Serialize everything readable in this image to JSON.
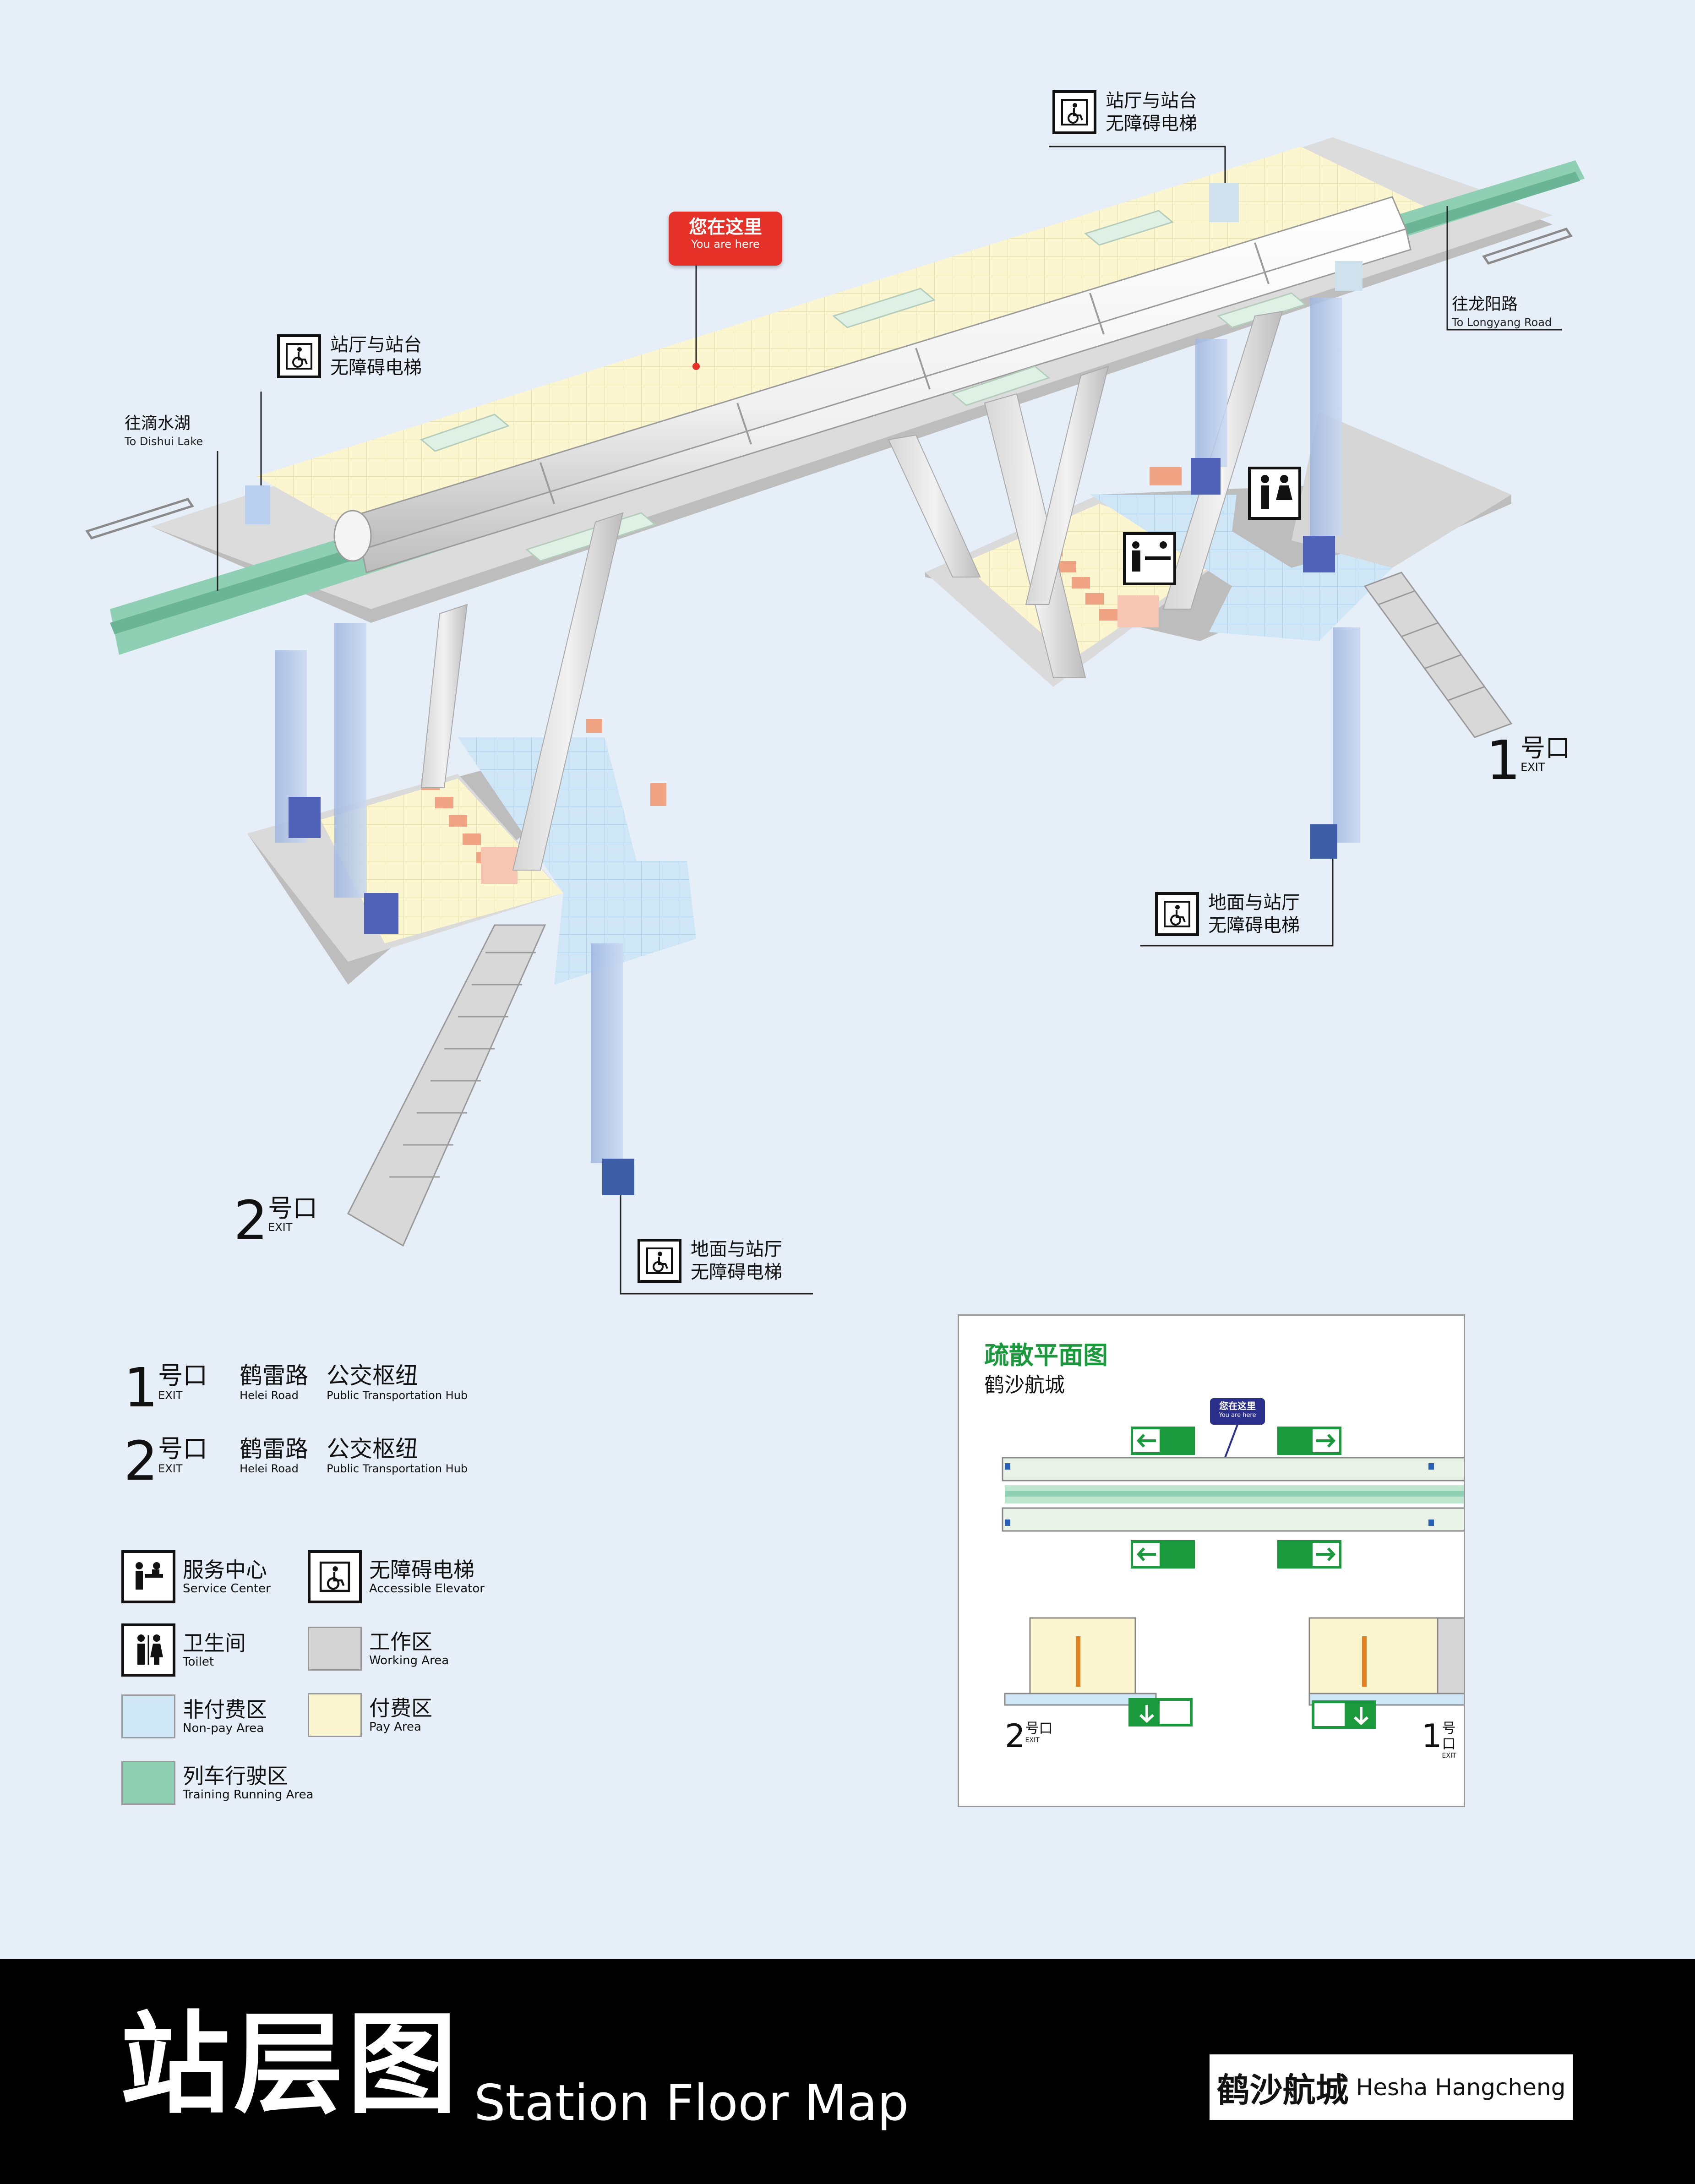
{
  "you_are_here": {
    "cn": "您在这里",
    "en": "You are here"
  },
  "directions": {
    "left": {
      "cn": "往滴水湖",
      "en": "To Dishui Lake"
    },
    "right": {
      "cn": "往龙阳路",
      "en": "To Longyang Road"
    }
  },
  "elevator_tags": {
    "platform_left": {
      "line1": "站厅与站台",
      "line2": "无障碍电梯"
    },
    "platform_right": {
      "line1": "站厅与站台",
      "line2": "无障碍电梯"
    },
    "ground_right": {
      "line1": "地面与站厅",
      "line2": "无障碍电梯"
    },
    "ground_left": {
      "line1": "地面与站厅",
      "line2": "无障碍电梯"
    }
  },
  "exits_on_map": [
    {
      "num": "1",
      "hao": "号口",
      "ex": "EXIT"
    },
    {
      "num": "2",
      "hao": "号口",
      "ex": "EXIT"
    }
  ],
  "legend": {
    "exits": [
      {
        "num": "1",
        "hao": "号口",
        "ex": "EXIT",
        "road_cn": "鹤雷路",
        "road_en": "Helei Road",
        "hub_cn": "公交枢纽",
        "hub_en": "Public Transportation Hub"
      },
      {
        "num": "2",
        "hao": "号口",
        "ex": "EXIT",
        "road_cn": "鹤雷路",
        "road_en": "Helei Road",
        "hub_cn": "公交枢纽",
        "hub_en": "Public Transportation Hub"
      }
    ],
    "items": [
      {
        "cn": "服务中心",
        "en": "Service Center",
        "icon": "service-center-icon"
      },
      {
        "cn": "无障碍电梯",
        "en": "Accessible Elevator",
        "icon": "accessible-elevator-icon"
      },
      {
        "cn": "卫生间",
        "en": "Toilet",
        "icon": "toilet-icon"
      },
      {
        "cn": "工作区",
        "en": "Working Area",
        "color": "#d4d4d4"
      },
      {
        "cn": "非付费区",
        "en": "Non-pay Area",
        "color": "#cfe6f7"
      },
      {
        "cn": "付费区",
        "en": "Pay Area",
        "color": "#fbf6cf"
      },
      {
        "cn": "列车行驶区",
        "en": "Training Running Area",
        "color": "#8fcfb4"
      }
    ]
  },
  "evacuation": {
    "title": "疏散平面图",
    "station": "鹤沙航城",
    "you_are_here": {
      "cn": "您在这里",
      "en": "You are here"
    },
    "exit1": {
      "num": "1",
      "hao": "号口",
      "ex": "EXIT"
    },
    "exit2": {
      "num": "2",
      "hao": "号口",
      "ex": "EXIT"
    }
  },
  "footer": {
    "title_cn": "站层图",
    "title_en": "Station Floor Map",
    "station_cn": "鹤沙航城",
    "station_en": "Hesha Hangcheng"
  },
  "colors": {
    "background": "#e6eef7",
    "pay": "#fbf6cf",
    "nonpay": "#cfe6f7",
    "work": "#d4d4d4",
    "track": "#8fcfb4",
    "pin": "#e53127",
    "evac_green": "#1a9a3c",
    "evac_pin": "#2b2f8c"
  }
}
